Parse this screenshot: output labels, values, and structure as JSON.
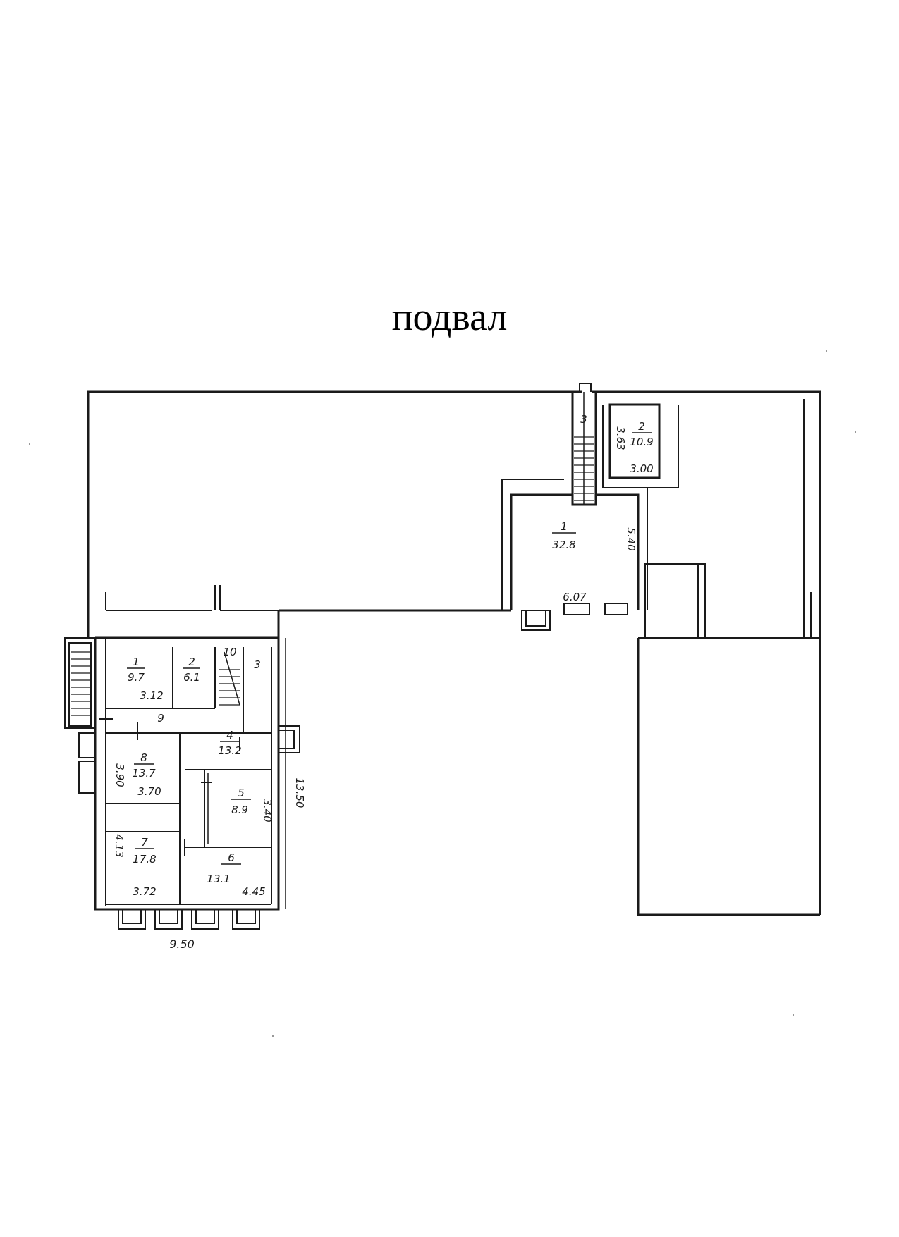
{
  "title": "подвал",
  "dimensions": {
    "total_width": "9.50",
    "total_height": "13.50",
    "d_312": "3.12",
    "d_390": "3.90",
    "d_370": "3.70",
    "d_413": "4.13",
    "d_372": "3.72",
    "d_445": "4.45",
    "d_340": "3.40",
    "d_363": "3.63",
    "d_300": "3.00",
    "d_540": "5.40",
    "d_607": "6.07"
  },
  "left_block_rooms": [
    {
      "number": "1",
      "area": "9.7"
    },
    {
      "number": "2",
      "area": "6.1"
    },
    {
      "number": "3",
      "area": ""
    },
    {
      "number": "4",
      "area": "13.2"
    },
    {
      "number": "5",
      "area": "8.9"
    },
    {
      "number": "6",
      "area": "13.1"
    },
    {
      "number": "7",
      "area": "17.8"
    },
    {
      "number": "8",
      "area": "13.7"
    },
    {
      "number": "9",
      "area": ""
    },
    {
      "number": "10",
      "area": ""
    }
  ],
  "right_block_rooms": [
    {
      "number": "1",
      "area": "32.8"
    },
    {
      "number": "2",
      "area": "10.9"
    },
    {
      "number": "3",
      "area": ""
    }
  ]
}
